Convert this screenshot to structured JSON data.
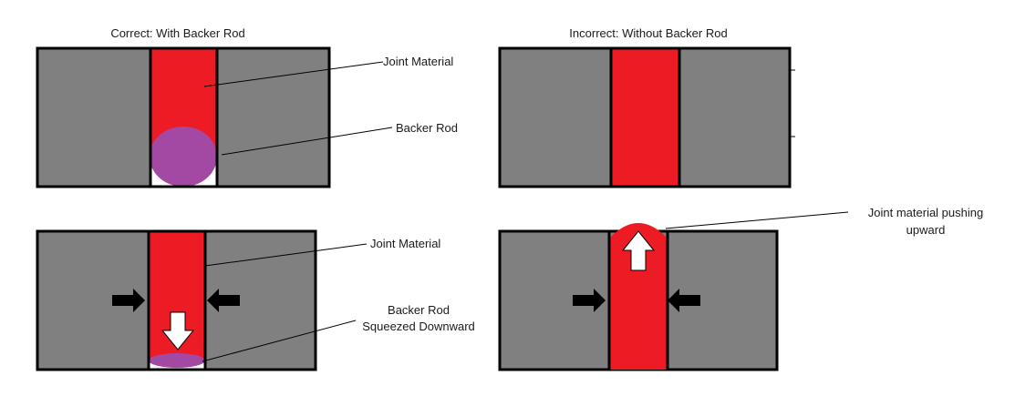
{
  "panels": {
    "top_left": {
      "title": "Correct: With Backer Rod",
      "label_joint": "Joint Material",
      "label_rod": "Backer Rod"
    },
    "top_right": {
      "title": "Incorrect: Without Backer Rod"
    },
    "bottom_left": {
      "label_joint": "Joint Material",
      "label_rod_line1": "Backer Rod",
      "label_rod_line2": "Squeezed Downward"
    },
    "bottom_right": {
      "label_line1": "Joint material pushing",
      "label_line2": "upward"
    }
  },
  "colors": {
    "slab": "#808080",
    "joint": "#ed1c24",
    "rod": "#a349a4",
    "outline": "#000000",
    "gap": "#ffffff"
  },
  "icons": {
    "compression_arrow": "black-arrow-icon",
    "movement_arrow": "white-arrow-icon"
  }
}
